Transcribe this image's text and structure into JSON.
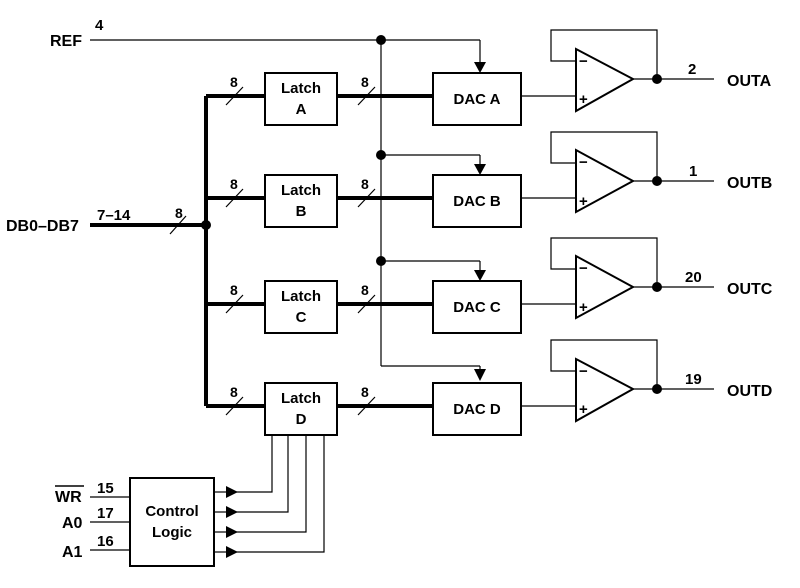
{
  "inputs": {
    "ref": {
      "label": "REF",
      "pin": "4"
    },
    "data_bus": {
      "label": "DB0–DB7",
      "pins": "7–14",
      "width": "8"
    }
  },
  "latches": [
    {
      "label1": "Latch",
      "label2": "A",
      "bus_in": "8",
      "bus_out": "8"
    },
    {
      "label1": "Latch",
      "label2": "B",
      "bus_in": "8",
      "bus_out": "8"
    },
    {
      "label1": "Latch",
      "label2": "C",
      "bus_in": "8",
      "bus_out": "8"
    },
    {
      "label1": "Latch",
      "label2": "D",
      "bus_in": "8",
      "bus_out": "8"
    }
  ],
  "dacs": [
    "DAC A",
    "DAC B",
    "DAC C",
    "DAC D"
  ],
  "amplifiers": [
    {
      "minus": "−",
      "plus": "+"
    },
    {
      "minus": "−",
      "plus": "+"
    },
    {
      "minus": "−",
      "plus": "+"
    },
    {
      "minus": "−",
      "plus": "+"
    }
  ],
  "outputs": [
    {
      "pin": "2",
      "label": "OUTA"
    },
    {
      "pin": "1",
      "label": "OUTB"
    },
    {
      "pin": "20",
      "label": "OUTC"
    },
    {
      "pin": "19",
      "label": "OUTD"
    }
  ],
  "control": {
    "label1": "Control",
    "label2": "Logic",
    "signals": [
      {
        "label": "WR",
        "pin": "15",
        "overbar": true
      },
      {
        "label": "A0",
        "pin": "17",
        "overbar": false
      },
      {
        "label": "A1",
        "pin": "16",
        "overbar": false
      }
    ]
  }
}
